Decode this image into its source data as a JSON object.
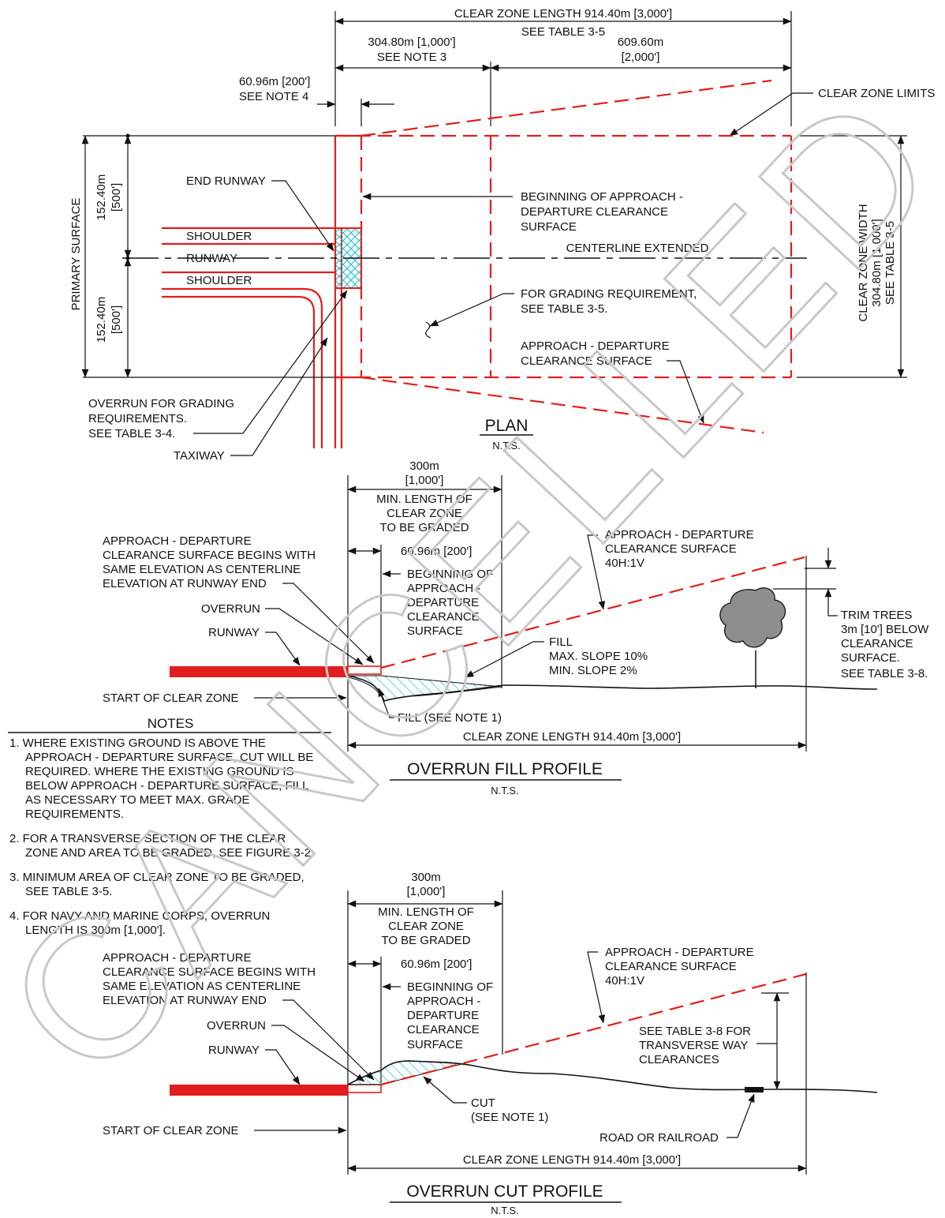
{
  "watermark": "CANCELLED",
  "colors": {
    "runway": "#e21d1d",
    "hatch": "#30c8d8",
    "tree": "#8e8e8e",
    "ink": "#111111"
  },
  "plan": {
    "title": "PLAN",
    "nts": "N.T.S.",
    "clear_zone_length": "CLEAR ZONE LENGTH 914.40m [3,000']",
    "see_table_35": "SEE TABLE 3-5",
    "dim_304": "304.80m [1,000']",
    "see_note_3": "SEE NOTE 3",
    "dim_609": "609.60m",
    "dim_609_ft": "[2,000']",
    "dim_60": "60.96m [200']",
    "see_note_4": "SEE NOTE 4",
    "clear_zone_limits": "CLEAR ZONE LIMITS",
    "end_runway": "END RUNWAY",
    "beginning_line1": "BEGINNING OF APPROACH -",
    "beginning_line2": "DEPARTURE CLEARANCE",
    "beginning_line3": "SURFACE",
    "shoulder": "SHOULDER",
    "runway": "RUNWAY",
    "centerline_extended": "CENTERLINE EXTENDED",
    "grading_line1": "FOR GRADING REQUIREMENT,",
    "grading_line2": "SEE TABLE 3-5.",
    "approach_line1": "APPROACH - DEPARTURE",
    "approach_line2": "CLEARANCE SURFACE",
    "primary_surface": "PRIMARY SURFACE",
    "dim_152a": "152.40m",
    "dim_152a_ft": "[500']",
    "dim_152b": "152.40m",
    "dim_152b_ft": "[500']",
    "cz_width_line1": "CLEAR ZONE WIDTH",
    "cz_width_line2": "304.80m [1,000']",
    "cz_width_line3": "SEE TABLE 3-5",
    "overrun_line1": "OVERRUN FOR GRADING",
    "overrun_line2": "REQUIREMENTS.",
    "overrun_line3": "SEE TABLE 3-4.",
    "taxiway": "TAXIWAY"
  },
  "fill_profile": {
    "title": "OVERRUN FILL PROFILE",
    "nts": "N.T.S.",
    "dim_300": "300m",
    "dim_300_ft": "[1,000']",
    "min_line1": "MIN. LENGTH OF",
    "min_line2": "CLEAR ZONE",
    "min_line3": "TO BE GRADED",
    "surface_begins_line1": "APPROACH - DEPARTURE",
    "surface_begins_line2": "CLEARANCE SURFACE BEGINS WITH",
    "surface_begins_line3": "SAME ELEVATION AS CENTERLINE",
    "surface_begins_line4": "ELEVATION AT RUNWAY END",
    "dim_60": "60.96m [200']",
    "beginning_line1": "BEGINNING OF",
    "beginning_line2": "APPROACH -",
    "beginning_line3": "DEPARTURE",
    "beginning_line4": "CLEARANCE",
    "beginning_line5": "SURFACE",
    "overrun": "OVERRUN",
    "runway": "RUNWAY",
    "approach_line1": "APPROACH - DEPARTURE",
    "approach_line2": "CLEARANCE SURFACE",
    "approach_line3": "40H:1V",
    "fill_line1": "FILL",
    "fill_line2": "MAX. SLOPE 10%",
    "fill_line3": "MIN. SLOPE 2%",
    "trim_line1": "TRIM TREES",
    "trim_line2": "3m [10'] BELOW",
    "trim_line3": "CLEARANCE",
    "trim_line4": "SURFACE.",
    "trim_line5": "SEE TABLE 3-8.",
    "start_clear_zone": "START OF CLEAR ZONE",
    "fill_note": "FILL (SEE NOTE 1)",
    "clear_zone_length": "CLEAR ZONE LENGTH 914.40m [3,000']"
  },
  "notes": {
    "heading": "NOTES",
    "n1_l1": "1.  WHERE EXISTING GROUND IS ABOVE THE",
    "n1_l2": "APPROACH - DEPARTURE SURFACE, CUT WILL BE",
    "n1_l3": "REQUIRED.  WHERE THE EXISTING GROUND IS",
    "n1_l4": "BELOW APPROACH - DEPARTURE SURFACE, FILL",
    "n1_l5": "AS NECESSARY TO MEET MAX. GRADE",
    "n1_l6": "REQUIREMENTS.",
    "n2_l1": "2.  FOR A TRANSVERSE SECTION OF THE CLEAR",
    "n2_l2": "ZONE AND AREA TO BE GRADED, SEE FIGURE 3-2.",
    "n3_l1": "3.  MINIMUM AREA OF CLEAR ZONE TO BE GRADED,",
    "n3_l2": "SEE TABLE 3-5.",
    "n4_l1": "4.  FOR NAVY AND MARINE CORPS, OVERRUN",
    "n4_l2": "LENGTH IS 300m [1,000']."
  },
  "cut_profile": {
    "title": "OVERRUN CUT PROFILE",
    "nts": "N.T.S.",
    "dim_300": "300m",
    "dim_300_ft": "[1,000']",
    "min_line1": "MIN. LENGTH OF",
    "min_line2": "CLEAR ZONE",
    "min_line3": "TO BE GRADED",
    "surface_begins_line1": "APPROACH - DEPARTURE",
    "surface_begins_line2": "CLEARANCE SURFACE BEGINS WITH",
    "surface_begins_line3": "SAME ELEVATION AS CENTERLINE",
    "surface_begins_line4": "ELEVATION AT RUNWAY END",
    "dim_60": "60.96m [200']",
    "beginning_line1": "BEGINNING OF",
    "beginning_line2": "APPROACH -",
    "beginning_line3": "DEPARTURE",
    "beginning_line4": "CLEARANCE",
    "beginning_line5": "SURFACE",
    "overrun": "OVERRUN",
    "runway": "RUNWAY",
    "approach_line1": "APPROACH - DEPARTURE",
    "approach_line2": "CLEARANCE SURFACE",
    "approach_line3": "40H:1V",
    "transverse_line1": "SEE TABLE 3-8 FOR",
    "transverse_line2": "TRANSVERSE WAY",
    "transverse_line3": "CLEARANCES",
    "cut_line1": "CUT",
    "cut_line2": "(SEE NOTE 1)",
    "start_clear_zone": "START OF CLEAR ZONE",
    "road_railroad": "ROAD OR RAILROAD",
    "clear_zone_length": "CLEAR ZONE LENGTH 914.40m [3,000']"
  }
}
